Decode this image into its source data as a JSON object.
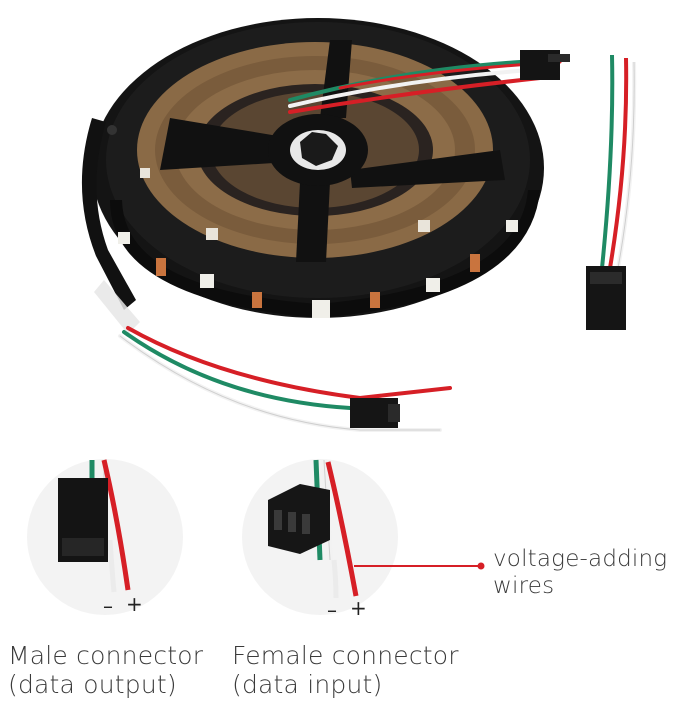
{
  "colors": {
    "strip_black": "#141414",
    "wire_red": "#d61f26",
    "wire_green": "#1f8a64",
    "wire_white": "#f2f2f2",
    "led_copper": "#c9743e",
    "reel_tape": "#8a6a46",
    "text": "#3a3a3a"
  },
  "callout": {
    "line1": "voltage-adding",
    "line2": "wires"
  },
  "male": {
    "title": "Male connector",
    "subtitle": "(data output)",
    "minus": "–",
    "plus": "+"
  },
  "female": {
    "title": "Female connector",
    "subtitle": "(data input)",
    "minus": "–",
    "plus": "+"
  }
}
